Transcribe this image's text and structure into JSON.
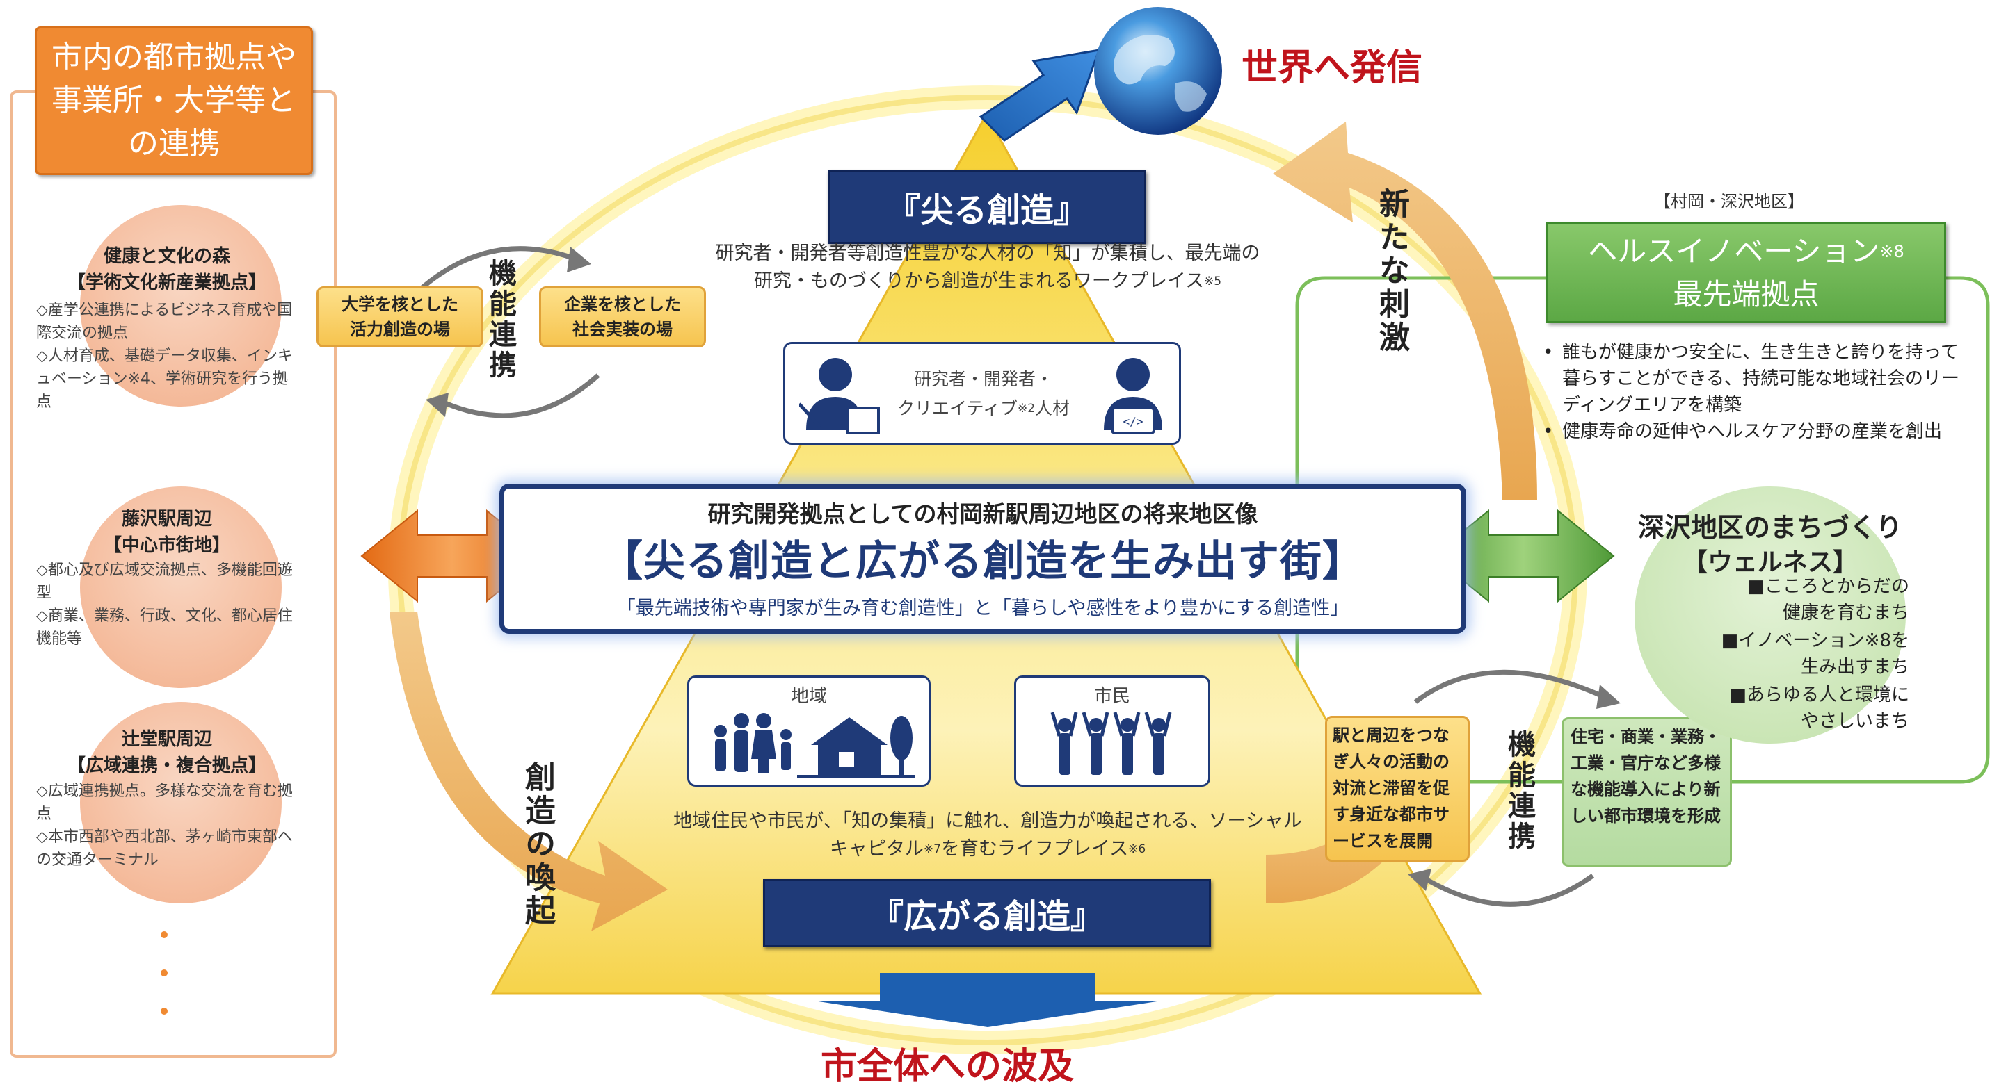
{
  "left_panel": {
    "title": "市内の都市拠点や事業所・大学等との連携",
    "hubs": [
      {
        "title": "健康と文化の森\n【学術文化新産業拠点】",
        "desc": "◇産学公連携によるビジネス育成や国際交流の拠点\n◇人材育成、基礎データ収集、インキュベーション※4、学術研究を行う拠点"
      },
      {
        "title": "藤沢駅周辺\n【中心市街地】",
        "desc": "◇都心及び広域交流拠点、多機能回遊型\n◇商業、業務、行政、文化、都心居住機能等"
      },
      {
        "title": "辻堂駅周辺\n【広域連携・複合拠点】",
        "desc": "◇広域連携拠点。多様な交流を育む拠点\n◇本市西部や西北部、茅ヶ崎市東部への交通ターミナル"
      }
    ]
  },
  "top": {
    "world_label": "世界へ発信"
  },
  "bottom": {
    "spread_label": "市全体への波及"
  },
  "pyramid": {
    "top_banner": "『尖る創造』",
    "top_text": "研究者・開発者等創造性豊かな人材の「知」が集積し、最先端の研究・ものづくりから創造が生まれるワークプレイス",
    "top_text_note": "※5",
    "talent_label_1": "研究者・開発者・",
    "talent_label_2": "クリエイティブ",
    "talent_note": "※2",
    "talent_label_3": "人材",
    "bottom_banner": "『広がる創造』",
    "bottom_text_1": "地域住民や市民が、「知の集積」に触れ、創造力が喚起される、ソーシャルキャピタル",
    "bottom_note_1": "※7",
    "bottom_text_2": "を育むライフプレイス",
    "bottom_note_2": "※6",
    "card_region": "地域",
    "card_citizen": "市民"
  },
  "center": {
    "subtitle": "研究開発拠点としての村岡新駅周辺地区の将来地区像",
    "title": "【尖る創造と広がる創造を生み出す街】",
    "note": "「最先端技術や専門家が生み育む創造性」と「暮らしや感性をより豊かにする創造性」"
  },
  "left_cycle": {
    "box_university": "大学を核とした\n活力創造の場",
    "box_company": "企業を核とした\n社会実装の場",
    "label_link": "機能連携",
    "label_evoke": "創造の喚起"
  },
  "right_cycle": {
    "label_stimulus": "新たな刺激",
    "label_link": "機能連携",
    "box_station": "駅と周辺をつなぎ人々の活動の対流と滞留を促す身近な都市サービスを展開",
    "box_functions": "住宅・商業・業務・工業・官庁など多様な機能導入により新しい都市環境を形成"
  },
  "right_panel": {
    "area_label": "【村岡・深沢地区】",
    "health_title_1": "ヘルスイノベーション",
    "health_note": "※8",
    "health_title_2": "最先端拠点",
    "bullets": [
      "誰もが健康かつ安全に、生き生きと誇りを持って暮らすことができる、持続可能な地域社会のリーディングエリアを構築",
      "健康寿命の延伸やヘルスケア分野の産業を創出"
    ],
    "fukasawa_title": "深沢地区のまちづくり",
    "fukasawa_sub": "【ウェルネス】",
    "wellness_items": [
      "■こころとからだの\n健康を育むまち",
      "■イノベーション※8を\n生み出すまち",
      "■あらゆる人と環境に\nやさしいまち"
    ]
  },
  "colors": {
    "navy": "#1f3a78",
    "orange": "#f08a32",
    "green": "#5ca845",
    "red": "#c0141c",
    "pyramid_yellow": "#f8d94a"
  }
}
